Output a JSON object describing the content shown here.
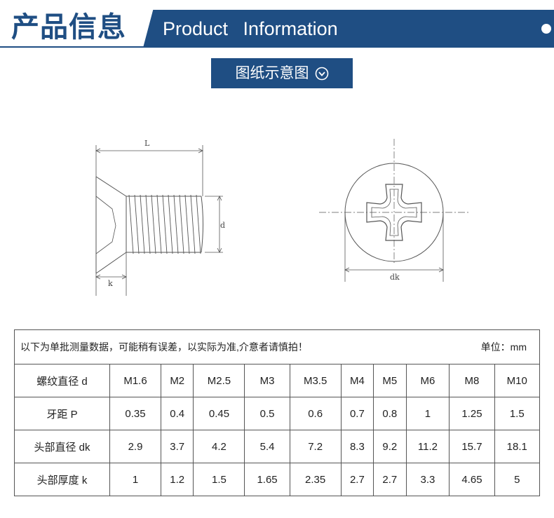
{
  "header": {
    "title_cn": "产品信息",
    "title_en": "Product Information"
  },
  "section": {
    "label": "图纸示意图",
    "icon": "chevron-down-circle-icon"
  },
  "drawing": {
    "label_L": "L",
    "label_d": "d",
    "label_k": "k",
    "label_dk": "dk"
  },
  "table": {
    "note": "以下为单批测量数据，可能稍有误差，以实际为准,介意者请慎拍！",
    "unit": "单位：mm",
    "rows": [
      {
        "label": "螺纹直径 d",
        "values": [
          "M1.6",
          "M2",
          "M2.5",
          "M3",
          "M3.5",
          "M4",
          "M5",
          "M6",
          "M8",
          "M10"
        ]
      },
      {
        "label": "牙距 P",
        "values": [
          "0.35",
          "0.4",
          "0.45",
          "0.5",
          "0.6",
          "0.7",
          "0.8",
          "1",
          "1.25",
          "1.5"
        ]
      },
      {
        "label": "头部直径 dk",
        "values": [
          "2.9",
          "3.7",
          "4.2",
          "5.4",
          "7.2",
          "8.3",
          "9.2",
          "11.2",
          "15.7",
          "18.1"
        ]
      },
      {
        "label": "头部厚度 k",
        "values": [
          "1",
          "1.2",
          "1.5",
          "1.65",
          "2.35",
          "2.7",
          "2.7",
          "3.3",
          "4.65",
          "5"
        ]
      }
    ]
  },
  "colors": {
    "brand_blue": "#1f4e83"
  }
}
